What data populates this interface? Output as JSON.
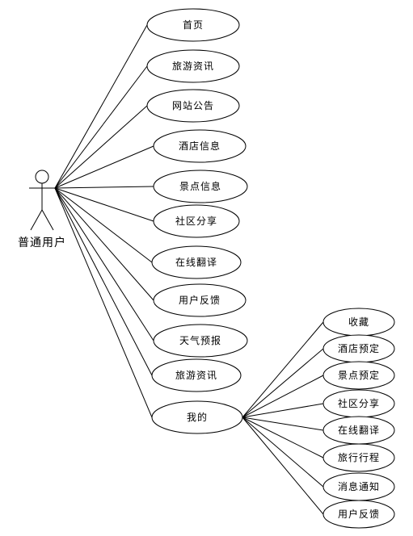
{
  "actor": {
    "label": "普通用户"
  },
  "use_cases": [
    {
      "id": "home",
      "label": "首页"
    },
    {
      "id": "travel-news-1",
      "label": "旅游资讯"
    },
    {
      "id": "site-announcement",
      "label": "网站公告"
    },
    {
      "id": "hotel-info",
      "label": "酒店信息"
    },
    {
      "id": "scenic-info",
      "label": "景点信息"
    },
    {
      "id": "community-share-1",
      "label": "社区分享"
    },
    {
      "id": "online-translate-1",
      "label": "在线翻译"
    },
    {
      "id": "user-feedback-1",
      "label": "用户反馈"
    },
    {
      "id": "weather-forecast",
      "label": "天气预报"
    },
    {
      "id": "travel-news-2",
      "label": "旅游资讯"
    },
    {
      "id": "mine",
      "label": "我的"
    }
  ],
  "sub_use_cases": [
    {
      "id": "favorites",
      "label": "收藏"
    },
    {
      "id": "hotel-booking",
      "label": "酒店预定"
    },
    {
      "id": "scenic-booking",
      "label": "景点预定"
    },
    {
      "id": "community-share-2",
      "label": "社区分享"
    },
    {
      "id": "online-translate-2",
      "label": "在线翻译"
    },
    {
      "id": "travel-itinerary",
      "label": "旅行行程"
    },
    {
      "id": "message-notification",
      "label": "消息通知"
    },
    {
      "id": "user-feedback-2",
      "label": "用户反馈"
    }
  ]
}
